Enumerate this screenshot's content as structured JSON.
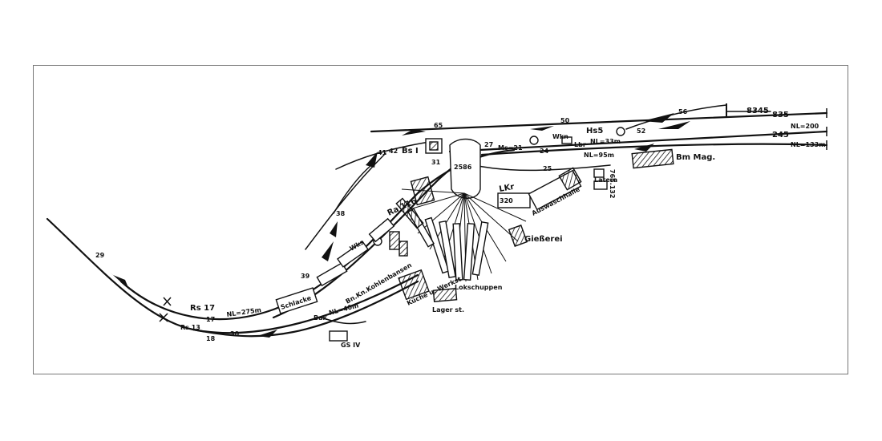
{
  "labels": {
    "km_29": "29",
    "km_65": "65",
    "km_50": "50",
    "km_56_top": "56",
    "km_52": "52",
    "km_245": "245",
    "km_835": "835",
    "km_8345": "8345",
    "nl_200": "NL=200",
    "nl_133": "NL=133m",
    "hs5": "Hs5",
    "ms21": "Ms=21",
    "km_27": "27",
    "km_24": "24",
    "lbr": "Lbr",
    "nl95": "NL=95m",
    "nl33": "NL=33m",
    "bm_mag": "Bm Mag.",
    "km_25": "25",
    "km_765": "765.132",
    "latera": "Latera",
    "wkn": "Wkn",
    "bsi": "Bs I",
    "km_41": "41",
    "km_42": "42",
    "km_31": "31",
    "km_2586": "2586",
    "km_38": "38",
    "ra_116": "Ra 116",
    "wks": "Wks",
    "lkr": "LKr",
    "km_320": "320",
    "auswasch": "Auswaschhalle",
    "giesserei": "Gießerei",
    "km_39": "39",
    "schlacke": "Schlacke",
    "kohlenbansen": "Bn.Kn.Kohlenbansen",
    "lokschuppen": "Lokschuppen",
    "kueche": "Küche u. Werkst.",
    "lagerst": "Lager st.",
    "rs17": "Rs 17",
    "km_17": "17",
    "nl275": "NL=275m",
    "rs13": "Rs 13",
    "km_18": "18",
    "km_30": "30",
    "bak": "Bak",
    "nl40": "NL=40m",
    "gsiv": "GS IV"
  }
}
